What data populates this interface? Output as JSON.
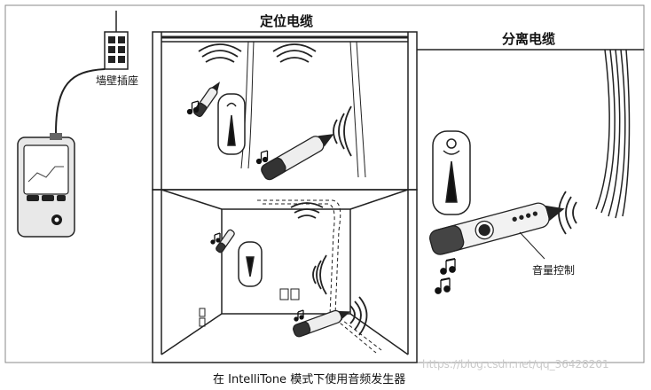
{
  "labels": {
    "locate_cable": "定位电缆",
    "separate_cable": "分离电缆",
    "wall_outlet": "墙壁插座",
    "volume_control": "音量控制",
    "caption": "在 IntelliTone 模式下使用音频发生器",
    "watermark": "https://blog.csdn.net/qq_36428201"
  },
  "icons": [
    "tester-device-icon",
    "wall-outlet-icon",
    "probe-icon",
    "tone-wave-icon",
    "music-note-icon"
  ],
  "colors": {
    "line": "#222222",
    "fill_dark": "#1a1a1a",
    "frame": "#555555"
  }
}
